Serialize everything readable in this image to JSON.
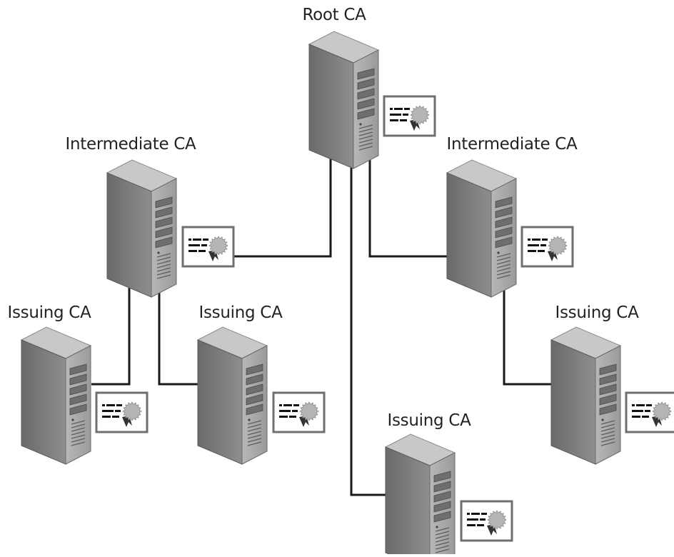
{
  "nodes": [
    {
      "id": "root",
      "label": "Root CA"
    },
    {
      "id": "int-left",
      "label": "Intermediate CA"
    },
    {
      "id": "int-right",
      "label": "Intermediate CA"
    },
    {
      "id": "iss-1",
      "label": "Issuing CA"
    },
    {
      "id": "iss-2",
      "label": "Issuing CA"
    },
    {
      "id": "iss-3",
      "label": "Issuing CA"
    },
    {
      "id": "iss-4",
      "label": "Issuing CA"
    }
  ],
  "edges": [
    {
      "from": "root",
      "to": "int-left"
    },
    {
      "from": "root",
      "to": "int-right"
    },
    {
      "from": "root",
      "to": "iss-3"
    },
    {
      "from": "int-left",
      "to": "iss-1"
    },
    {
      "from": "int-left",
      "to": "iss-2"
    },
    {
      "from": "int-right",
      "to": "iss-4"
    }
  ],
  "icons": {
    "server": "server-tower-icon",
    "certificate": "certificate-icon"
  },
  "colors": {
    "line": "#1a1a1a",
    "server_front": "#7a7a7a",
    "server_side": "#a8a8a8",
    "server_top": "#c8c8c8",
    "cert_border": "#6f6f6f",
    "seal": "#b5b5b5"
  }
}
